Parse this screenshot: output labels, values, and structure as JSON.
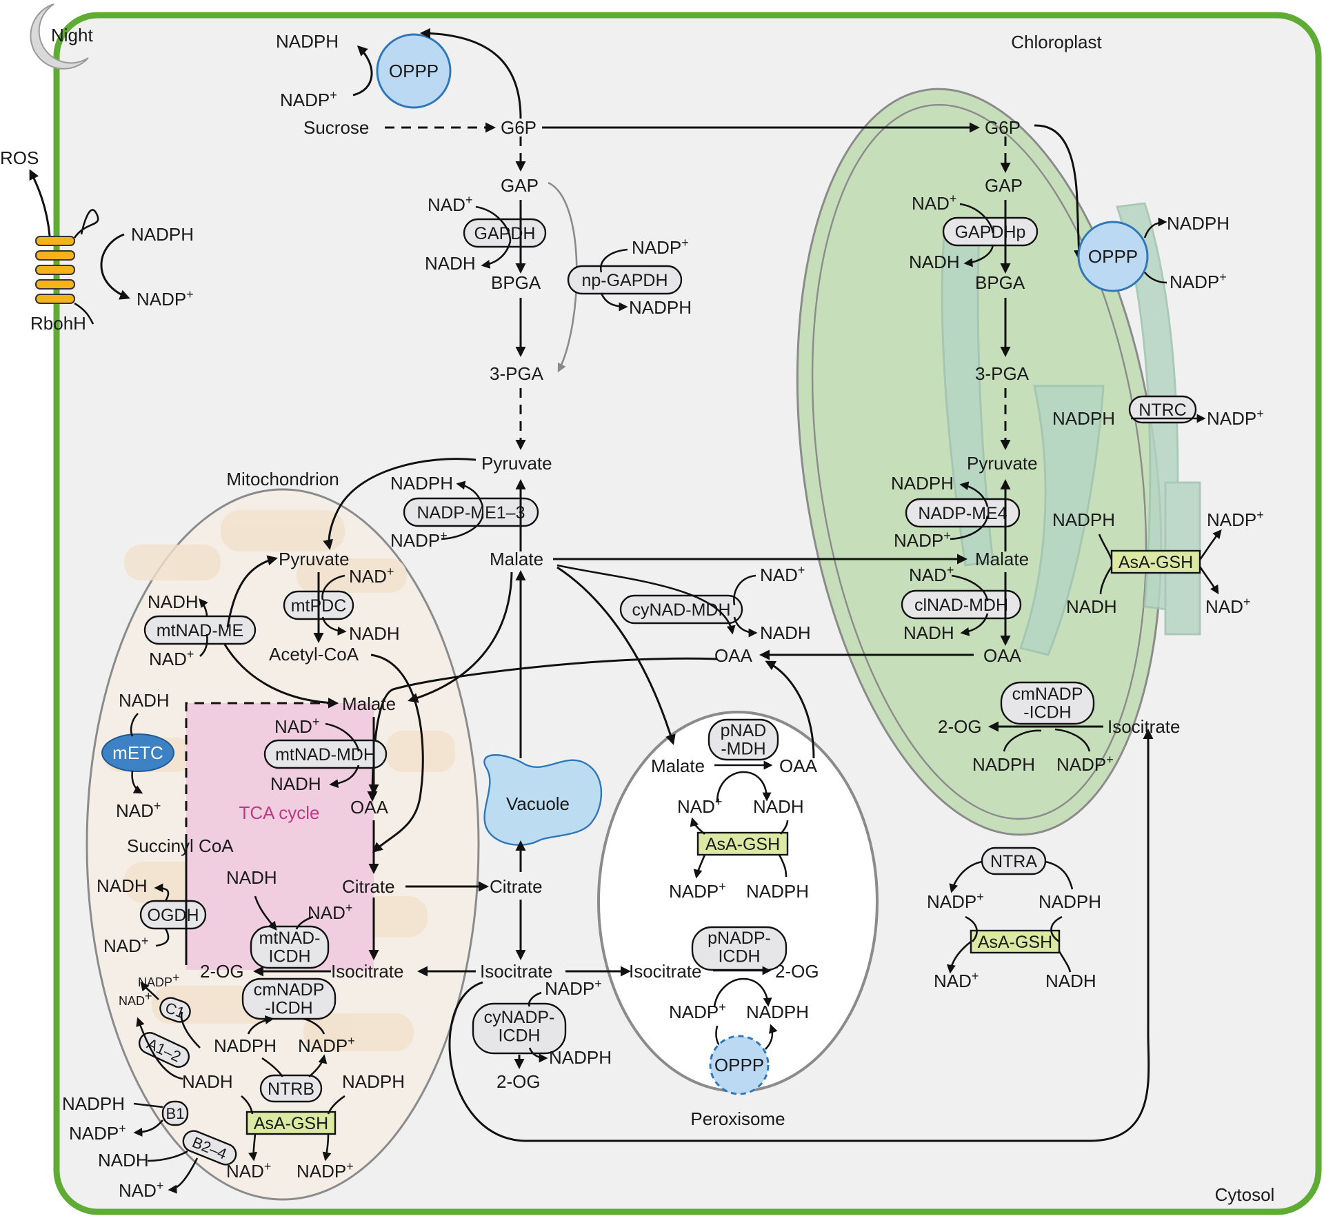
{
  "labels": {
    "night": "Night",
    "chloroplast": "Chloroplast",
    "mitochondrion": "Mitochondrion",
    "peroxisome": "Peroxisome",
    "cytosol": "Cytosol",
    "vacuole": "Vacuole",
    "tca_cycle": "TCA cycle",
    "ros": "ROS",
    "rboh": "RbohH"
  },
  "cytosol": {
    "nadph_top": "NADPH",
    "nadp_top": "NADP",
    "oppp": "OPPP",
    "sucrose": "Sucrose",
    "g6p": "G6P",
    "gap": "GAP",
    "nad_gapdh": "NAD",
    "gapdh": "GAPDH",
    "nadh_gapdh": "NADH",
    "bpga": "BPGA",
    "nadp_npgapdh": "NADP",
    "np_gapdh": "np-GAPDH",
    "nadph_npgapdh": "NADPH",
    "pga3": "3-PGA",
    "pyruvate": "Pyruvate",
    "nadph_me": "NADPH",
    "nadp_me_enz": "NADP-ME1–3",
    "nadp_me": "NADP",
    "malate": "Malate",
    "nad_mdh": "NAD",
    "cynad_mdh": "cyNAD-MDH",
    "nadh_mdh": "NADH",
    "oaa": "OAA",
    "citrate": "Citrate",
    "isocitrate": "Isocitrate",
    "nadp_icdh": "NADP",
    "cynadp_icdh": "cyNADP-\nICDH",
    "nadph_icdh": "NADPH",
    "og2": "2-OG",
    "ntra": "NTRA",
    "nadp_ntra": "NADP",
    "nadph_ntra": "NADPH",
    "asa_gsh": "AsA-GSH",
    "nad_asa": "NAD",
    "nadh_asa": "NADH",
    "nadph_rboh": "NADPH",
    "nadp_rboh": "NADP"
  },
  "chloroplast": {
    "g6p": "G6P",
    "gap": "GAP",
    "nad_gapdhp": "NAD",
    "gapdhp": "GAPDHp",
    "nadh_gapdhp": "NADH",
    "bpga": "BPGA",
    "oppp": "OPPP",
    "nadph_oppp": "NADPH",
    "nadp_oppp": "NADP",
    "pga3": "3-PGA",
    "nadph_ntrc": "NADPH",
    "ntrc": "NTRC",
    "nadp_ntrc": "NADP",
    "pyruvate": "Pyruvate",
    "nadph_me4": "NADPH",
    "nadp_me4": "NADP-ME4",
    "nadp_me4_in": "NADP",
    "nadph_asa": "NADPH",
    "nadp_asa": "NADP",
    "asa_gsh": "AsA-GSH",
    "nadh_asa": "NADH",
    "nad_asa": "NAD",
    "malate": "Malate",
    "nad_mdh": "NAD",
    "clnad_mdh": "clNAD-MDH",
    "nadh_mdh": "NADH",
    "oaa": "OAA",
    "cmnadp_icdh": "cmNADP\n-ICDH",
    "og2": "2-OG",
    "isocitrate": "Isocitrate",
    "nadph_icdh": "NADPH",
    "nadp_icdh": "NADP"
  },
  "mitochondrion": {
    "pyruvate": "Pyruvate",
    "nad_pdc": "NAD",
    "mtpdc": "mtPDC",
    "nadh_pdc": "NADH",
    "acetyl_coa": "Acetyl-CoA",
    "nadh_me": "NADH",
    "mtnad_me": "mtNAD-ME",
    "nad_me": "NAD",
    "malate": "Malate",
    "nad_mdh": "NAD",
    "mtnad_mdh": "mtNAD-MDH",
    "nadh_mdh": "NADH",
    "oaa": "OAA",
    "nadh_metc": "NADH",
    "metc": "mETC",
    "nad_metc": "NAD",
    "succinyl_coa": "Succinyl CoA",
    "citrate": "Citrate",
    "nadh_icdh": "NADH",
    "nad_icdh": "NAD",
    "mtnad_icdh": "mtNAD-\nICDH",
    "nadh_ogdh": "NADH",
    "ogdh": "OGDH",
    "nad_ogdh": "NAD",
    "og2": "2-OG",
    "isocitrate": "Isocitrate",
    "cmnadp_icdh": "cmNADP\n-ICDH",
    "nadp_c1": "NADP",
    "nad_c1": "NAD",
    "c1": "C1",
    "a12": "A1–2",
    "nadph_icdh": "NADPH",
    "nadp_icdh": "NADP",
    "nadh_ntrb": "NADH",
    "ntrb": "NTRB",
    "nadph_ntrb": "NADPH",
    "asa_gsh": "AsA-GSH",
    "nad_asa": "NAD",
    "nadp_asa": "NADP",
    "nadph_b1": "NADPH",
    "b1": "B1",
    "nadp_b1": "NADP",
    "nadh_b24": "NADH",
    "b24": "B2–4",
    "nad_b24": "NAD"
  },
  "peroxisome": {
    "pnad_mdh": "pNAD\n-MDH",
    "malate": "Malate",
    "oaa": "OAA",
    "nad": "NAD",
    "nadh": "NADH",
    "asa_gsh": "AsA-GSH",
    "nadp": "NADP",
    "nadph": "NADPH",
    "pnadp_icdh": "pNADP-\nICDH",
    "isocitrate": "Isocitrate",
    "og2": "2-OG",
    "nadp2": "NADP",
    "nadph2": "NADPH",
    "oppp": "OPPP"
  },
  "superscript": "+",
  "colors": {
    "cell_border": "#5fac35",
    "cytosol_bg": "#f1f0f1",
    "chloroplast_fill": "#c6deba",
    "mitochondrion_fill": "#f5eee6",
    "tca_fill": "#f1cde0",
    "tca_text": "#b73b86",
    "oppp_fill": "#bcd9f3",
    "oppp_stroke": "#2f77b7",
    "metc_fill": "#3d82c4",
    "asa_gsh_fill": "#dbe9a4",
    "rboh_fill": "#f4b21b",
    "vacuole_fill": "#bcdcf2"
  }
}
